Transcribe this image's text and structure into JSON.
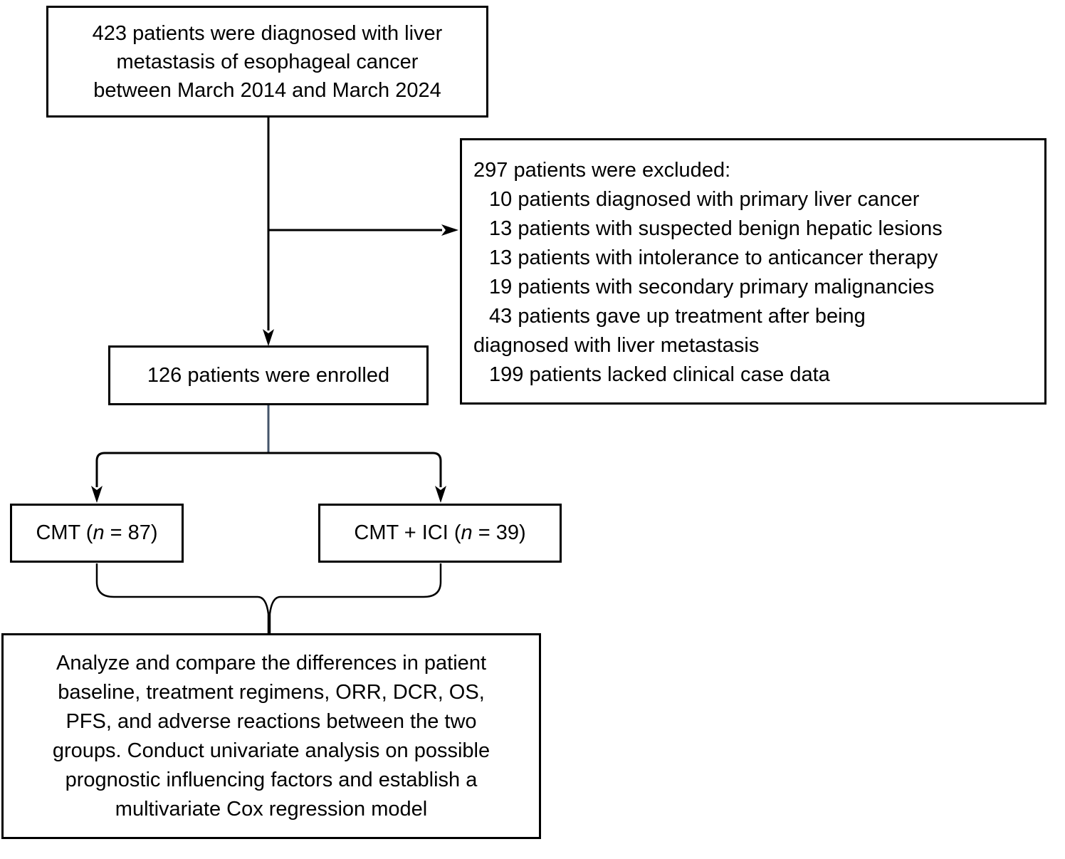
{
  "top_box": {
    "lines": [
      "423 patients were diagnosed with liver",
      "metastasis of esophageal cancer",
      "between March 2014 and March 2024"
    ]
  },
  "excluded_box": {
    "lines": [
      {
        "text": "297 patients were excluded:"
      },
      {
        "text": "10 patients diagnosed with primary liver cancer"
      },
      {
        "text": "13 patients with suspected benign hepatic lesions"
      },
      {
        "text": "13 patients with intolerance to anticancer therapy"
      },
      {
        "text": "19 patients with secondary primary malignancies"
      },
      {
        "text": "43 patients gave up treatment after being"
      },
      {
        "text": "diagnosed with liver metastasis"
      },
      {
        "text": "199 patients lacked clinical case data"
      }
    ]
  },
  "enrolled_box": {
    "text": "126 patients were enrolled"
  },
  "cmt_box": {
    "prefix": "CMT (",
    "n": "n",
    "suffix": " = 87)"
  },
  "cmt_ici_box": {
    "prefix": "CMT + ICI (",
    "n": "n",
    "suffix": " = 39)"
  },
  "analysis_box": {
    "lines": [
      "Analyze and compare the differences in patient",
      "baseline, treatment regimens, ORR, DCR, OS,",
      "PFS, and adverse reactions between the two",
      "groups. Conduct univariate analysis on possible",
      "prognostic influencing factors and establish a",
      "multivariate Cox regression model"
    ]
  },
  "colors": {
    "line": "#000000",
    "stub_line": "#44546A",
    "box_border": "#000000",
    "background": "#ffffff",
    "text": "#000000"
  }
}
